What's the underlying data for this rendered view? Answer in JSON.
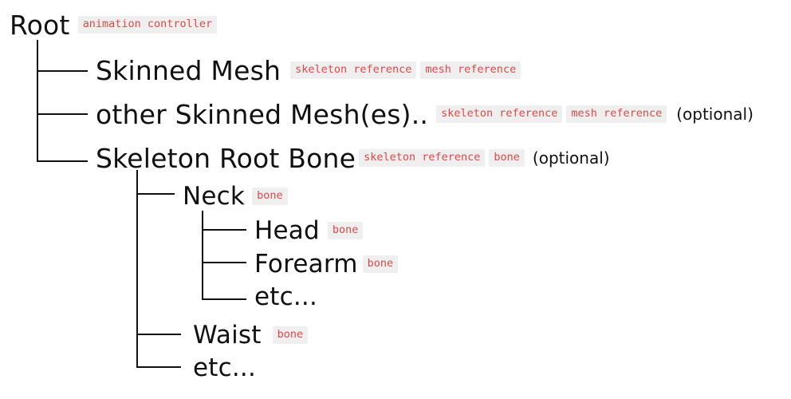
{
  "tree": {
    "root": {
      "label": "Root",
      "tags": [
        "animation controller"
      ]
    },
    "skinned_mesh": {
      "label": "Skinned Mesh",
      "tags": [
        "skeleton reference",
        "mesh reference"
      ]
    },
    "other_meshes": {
      "label": "other Skinned Mesh(es)..",
      "tags": [
        "skeleton reference",
        "mesh reference"
      ],
      "note": "(optional)"
    },
    "skeleton_root": {
      "label": "Skeleton Root Bone",
      "tags": [
        "skeleton reference",
        "bone"
      ],
      "note": "(optional)"
    },
    "neck": {
      "label": "Neck",
      "tags": [
        "bone"
      ]
    },
    "head": {
      "label": "Head",
      "tags": [
        "bone"
      ]
    },
    "forearm": {
      "label": "Forearm",
      "tags": [
        "bone"
      ]
    },
    "neck_etc": {
      "label": "etc..."
    },
    "waist": {
      "label": "Waist",
      "tags": [
        "bone"
      ]
    },
    "root_etc": {
      "label": "etc..."
    }
  }
}
